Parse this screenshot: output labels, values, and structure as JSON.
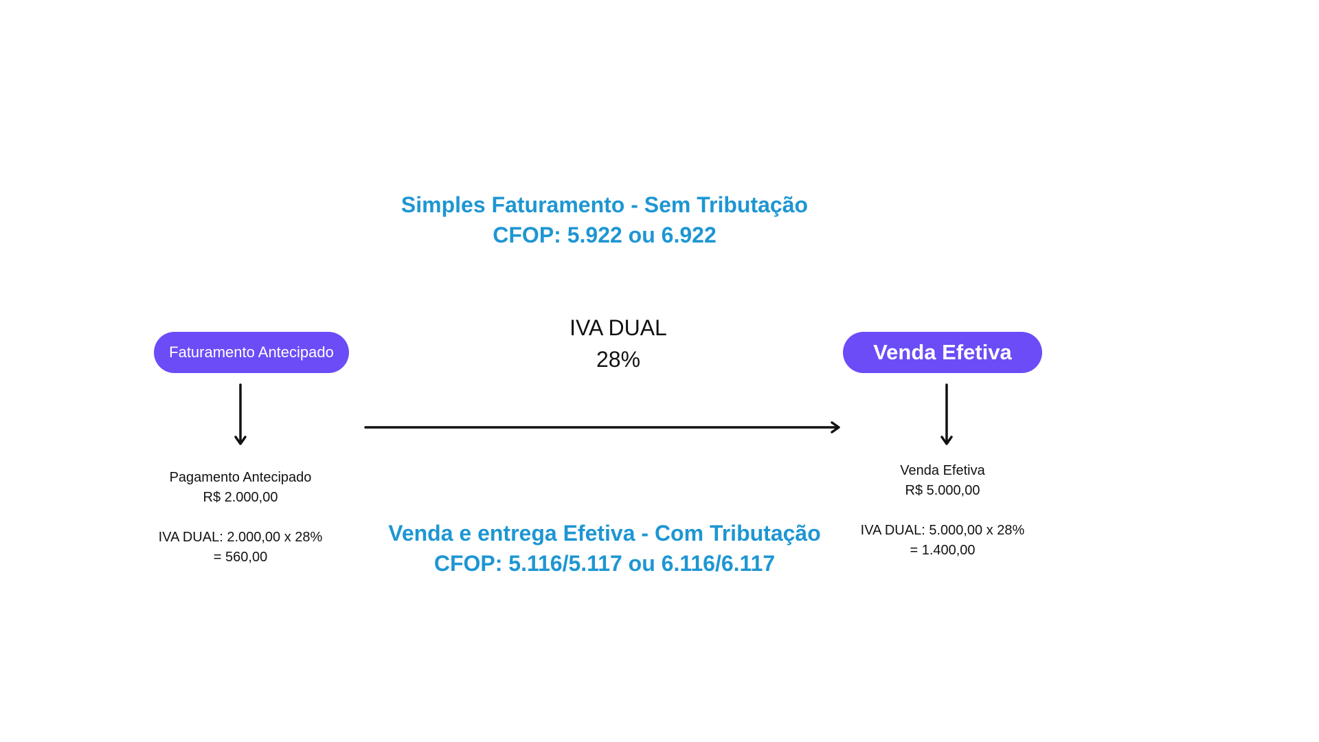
{
  "colors": {
    "heading_blue": "#1e96d2",
    "pill_purple": "#6c4cf6",
    "pill_text": "#ffffff",
    "text": "#111111",
    "arrow": "#111111"
  },
  "top_heading": {
    "line1": "Simples Faturamento - Sem Tributação",
    "line2": "CFOP: 5.922 ou 6.922"
  },
  "iva_center": {
    "line1": "IVA DUAL",
    "line2": "28%"
  },
  "left_node": {
    "pill_label": "Faturamento Antecipado",
    "detail_line1": "Pagamento Antecipado",
    "detail_line2": "R$ 2.000,00",
    "detail_line3": "IVA DUAL: 2.000,00 x 28%",
    "detail_line4": "= 560,00"
  },
  "right_node": {
    "pill_label": "Venda Efetiva",
    "detail_line1": "Venda Efetiva",
    "detail_line2": "R$ 5.000,00",
    "detail_line3": "IVA DUAL: 5.000,00 x 28%",
    "detail_line4": "= 1.400,00"
  },
  "bottom_heading": {
    "line1": "Venda e entrega Efetiva - Com Tributação",
    "line2": "CFOP: 5.116/5.117 ou 6.116/6.117"
  }
}
